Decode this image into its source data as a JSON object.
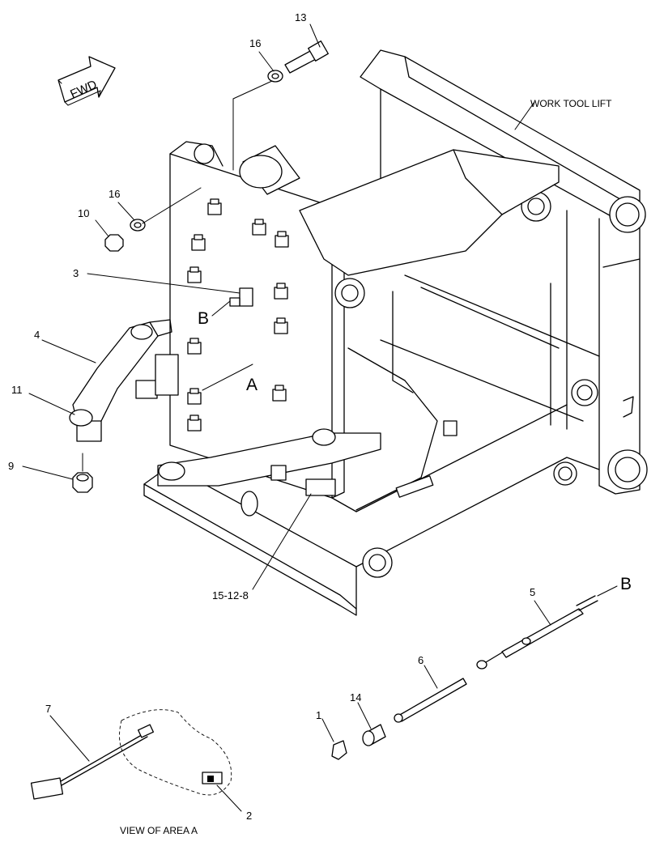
{
  "orientation_arrow": {
    "label": "FWD"
  },
  "callouts": {
    "c1": "1",
    "c2": "2",
    "c3": "3",
    "c4": "4",
    "c5": "5",
    "c6": "6",
    "c7": "7",
    "c9": "9",
    "c10": "10",
    "c11": "11",
    "c13": "13",
    "c14": "14",
    "c16a": "16",
    "c16b": "16",
    "c15_12_8": "15-12-8",
    "area_a": "A",
    "point_b_left": "B",
    "point_b_right": "B"
  },
  "labels": {
    "work_tool_lift": "WORK TOOL LIFT",
    "view_of_area_a": "VIEW OF AREA  A"
  }
}
